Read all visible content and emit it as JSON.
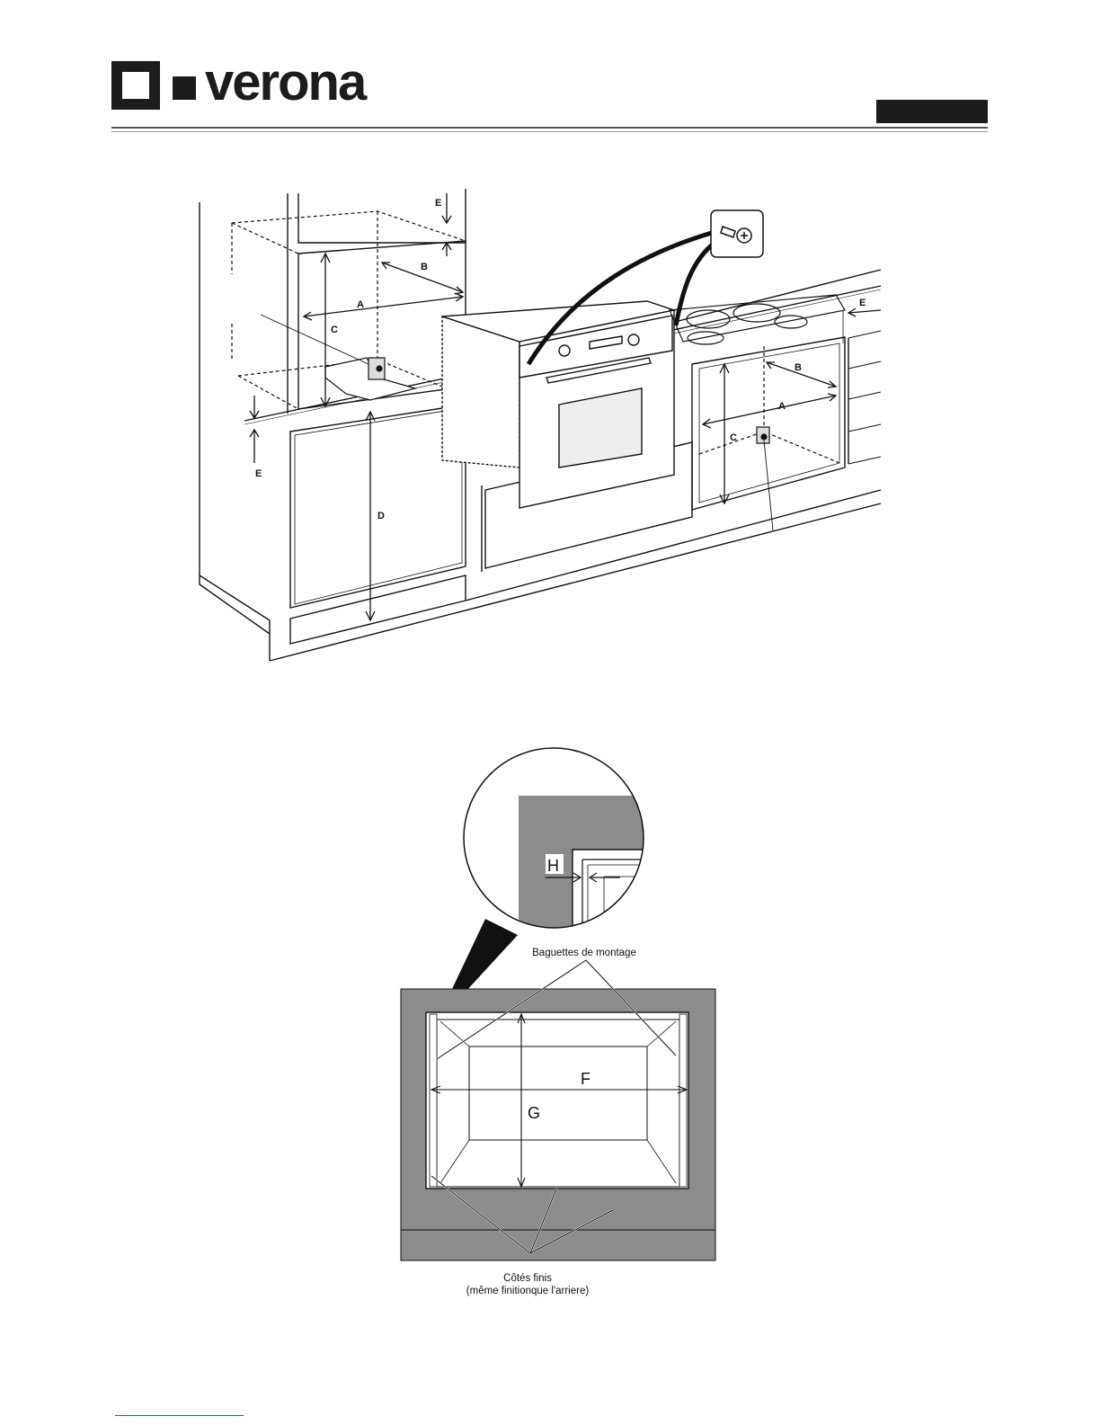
{
  "brand": {
    "name": "verona"
  },
  "figure1": {
    "labels": {
      "A": "A",
      "B": "B",
      "C": "C",
      "D": "D",
      "E": "E"
    },
    "icon": "screw-icon"
  },
  "figure2": {
    "labels": {
      "F": "F",
      "G": "G",
      "H": "H"
    },
    "callout_top": "Baguettes de montage",
    "callout_bottom_line1": "Côtés finis",
    "callout_bottom_line2": "(même finitionque l'arriere)"
  },
  "colors": {
    "panel_gray": "#8c8c8c",
    "ink": "#111111",
    "brand_dark": "#1c1c1c"
  }
}
